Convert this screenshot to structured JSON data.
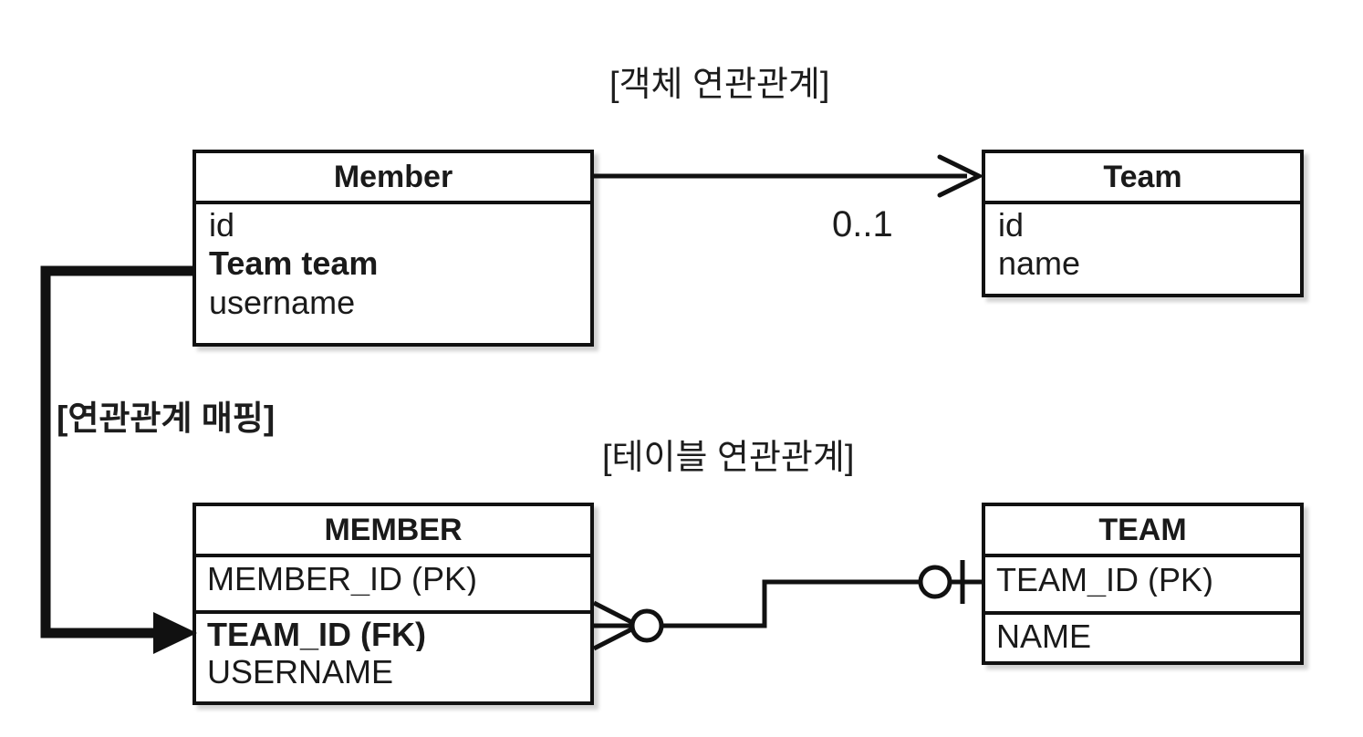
{
  "diagram": {
    "title_object_relation": "[객체 연관관계]",
    "title_table_relation": "[테이블 연관관계]",
    "title_mapping": "[연관관계 매핑]",
    "multiplicity_label": "0..1",
    "colors": {
      "stroke": "#111111",
      "background": "#ffffff",
      "text": "#1d1d1d",
      "shadow": "rgba(0,0,0,0.18)"
    }
  },
  "object_model": {
    "member": {
      "name": "Member",
      "attributes": [
        {
          "label": "id",
          "bold": false
        },
        {
          "label": "Team team",
          "bold": true
        },
        {
          "label": "username",
          "bold": false
        }
      ]
    },
    "team": {
      "name": "Team",
      "attributes": [
        {
          "label": "id",
          "bold": false
        },
        {
          "label": "name",
          "bold": false
        }
      ]
    },
    "association": {
      "from": "Member",
      "to": "Team",
      "multiplicity": "0..1",
      "arrow": "open-arrow-right"
    }
  },
  "table_model": {
    "member": {
      "name": "MEMBER",
      "primary_key": [
        {
          "label": "MEMBER_ID (PK)",
          "bold": false
        }
      ],
      "columns": [
        {
          "label": "TEAM_ID (FK)",
          "bold": true
        },
        {
          "label": "USERNAME",
          "bold": false
        }
      ]
    },
    "team": {
      "name": "TEAM",
      "primary_key": [
        {
          "label": "TEAM_ID (PK)",
          "bold": false
        }
      ],
      "columns": [
        {
          "label": "NAME",
          "bold": false
        }
      ]
    },
    "relationship": {
      "from": "MEMBER",
      "to": "TEAM",
      "from_cardinality": "zero-or-many-crowsfoot",
      "to_cardinality": "zero-or-one"
    }
  },
  "mapping_link": {
    "label": "[연관관계 매핑]",
    "from": "Member.Team team",
    "to": "MEMBER.TEAM_ID (FK)",
    "style": "thick-solid-arrow"
  }
}
